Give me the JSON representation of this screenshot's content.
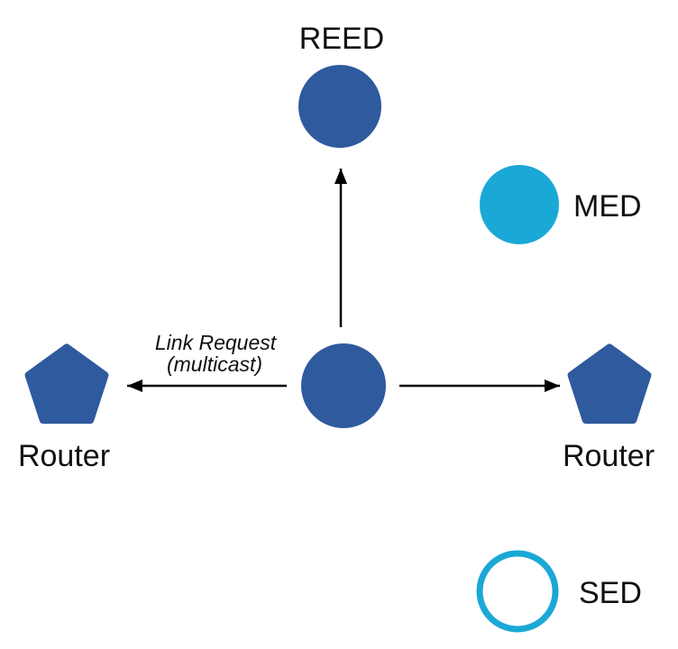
{
  "diagram": {
    "type": "network-topology",
    "colors": {
      "router_reed_fill": "#2F5A9E",
      "med_sed_accent": "#1AA8D6",
      "arrow": "#000000",
      "text": "#111111",
      "background": "#FFFFFF"
    },
    "nodes": {
      "reed": {
        "label": "REED",
        "shape": "circle-filled"
      },
      "med": {
        "label": "MED",
        "shape": "circle-filled"
      },
      "sed": {
        "label": "SED",
        "shape": "circle-outline"
      },
      "router_left": {
        "label": "Router",
        "shape": "pentagon"
      },
      "router_right": {
        "label": "Router",
        "shape": "pentagon"
      },
      "center": {
        "label": "",
        "shape": "circle-filled"
      }
    },
    "edges": [
      {
        "from": "center",
        "to": "reed",
        "direction": "up"
      },
      {
        "from": "center",
        "to": "router_left",
        "direction": "left"
      },
      {
        "from": "center",
        "to": "router_right",
        "direction": "right"
      }
    ],
    "annotation": {
      "line1": "Link Request",
      "line2": "(multicast)"
    }
  }
}
